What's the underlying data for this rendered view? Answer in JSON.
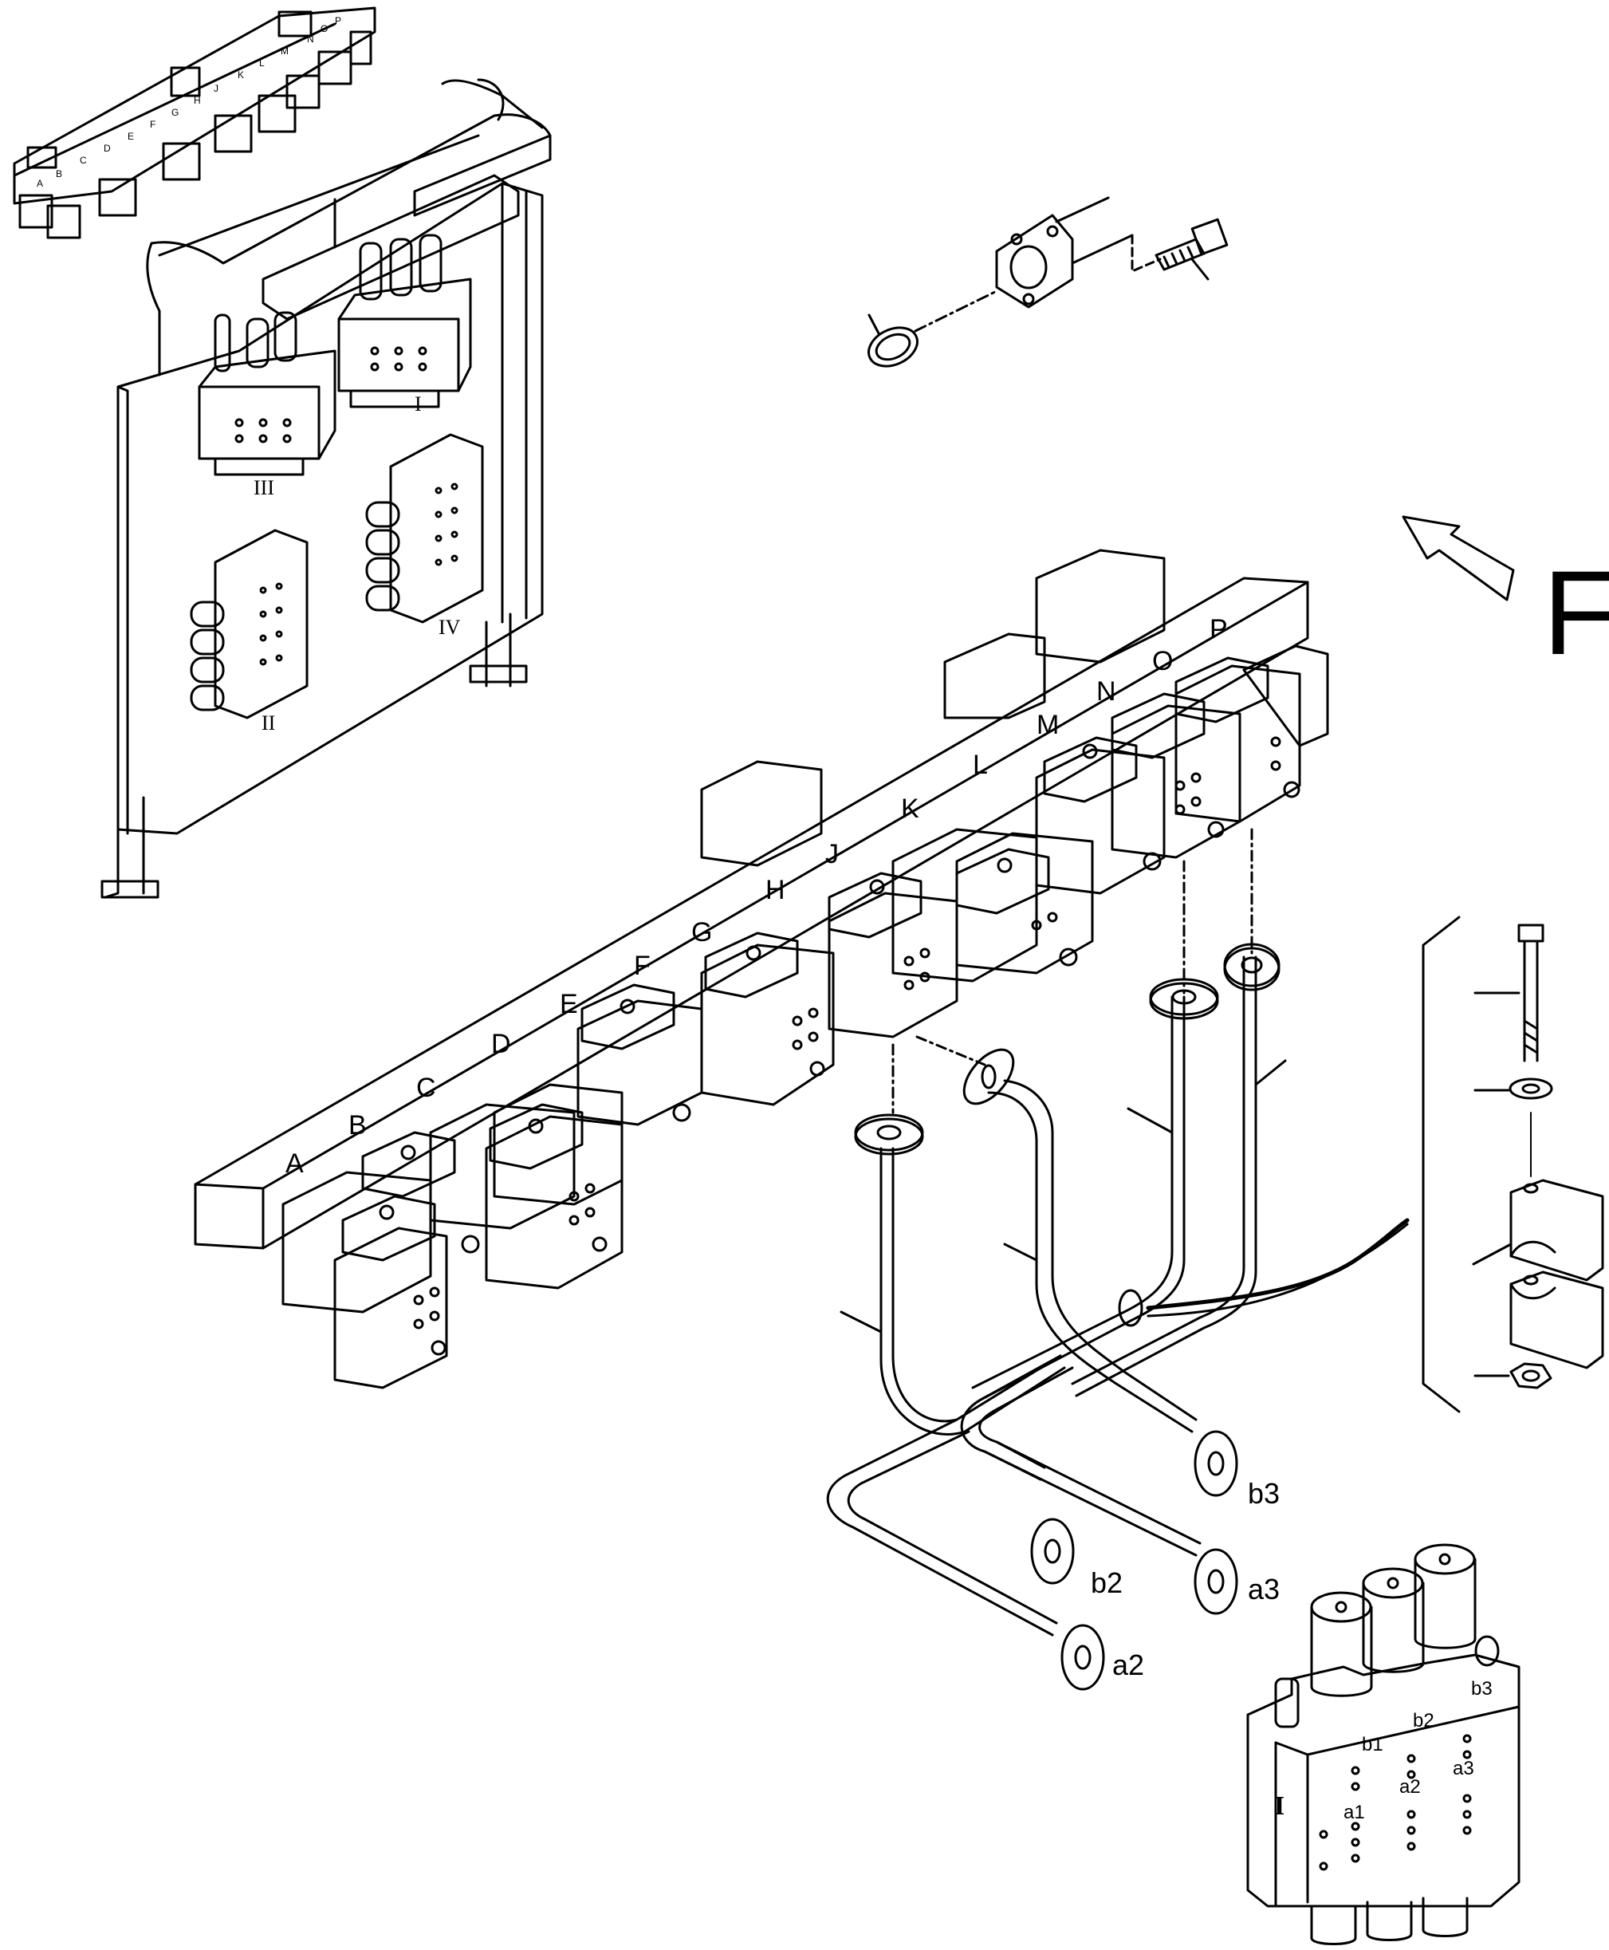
{
  "view_letter": "F",
  "mini_letters": [
    "A",
    "B",
    "C",
    "D",
    "E",
    "F",
    "G",
    "H",
    "J",
    "K",
    "L",
    "M",
    "N",
    "O",
    "P"
  ],
  "block_letters": [
    "A",
    "B",
    "C",
    "D",
    "E",
    "F",
    "G",
    "H",
    "J",
    "K",
    "L",
    "M",
    "N",
    "O",
    "P"
  ],
  "roman_labels": [
    "I",
    "II",
    "III",
    "IV"
  ],
  "pipe_ports": [
    "b3",
    "b2",
    "a3",
    "a2"
  ],
  "valve_marking": "I",
  "valve_ports": [
    "b3",
    "b2",
    "b1",
    "a3",
    "a2",
    "a1"
  ]
}
